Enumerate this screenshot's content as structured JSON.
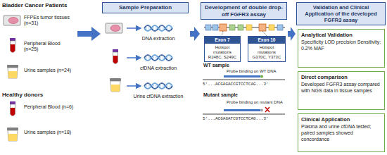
{
  "diagram": {
    "nodes": [
      {
        "text": [
          "Sample Preparation"
        ]
      },
      {
        "text": [
          "Development of double drop-off FGFR3 assay"
        ]
      },
      {
        "text": [
          "Exon 7",
          "Hotspot mutations R248C, S249C"
        ]
      },
      {
        "text": [
          "Exon 10",
          "Hotspot mutations G370C, Y373C"
        ]
      },
      {
        "text": [
          "Validation and Clinical Application of the developed FGFR3 assay"
        ]
      },
      {
        "text": [
          "Analytical Validation",
          "Specificity LOD precision Sensitivity: 0.2% MAF"
        ]
      },
      {
        "text": [
          "Direct comparison",
          "Developed FGFR3 assay compared with NGS data in tissue samples"
        ]
      },
      {
        "text": [
          "Clinical Application",
          "Plasma and urine cfDNA tested; paired samples showed concordance"
        ]
      }
    ],
    "labels": [
      "Bladder Cancer Patients",
      "FFPEs tumor tissues (n=31)",
      "Peripheral Blood (n=25)",
      "Urine samples (n=24)",
      "Healthy donors",
      "Peripheral Blood (n=6)",
      "Urine samples (n=18)",
      "DNA extraction",
      "cfDNA extraction",
      "Urine cfDNA extraction",
      "WT sample",
      "Probe binding on WT DNA",
      "5'...ACGAGACCGTCCTCAG...3'",
      "Mutant sample",
      "Probe binding on mutant DNA",
      "5'...ACGAGATCGTCCTCAG...3'"
    ]
  }
}
